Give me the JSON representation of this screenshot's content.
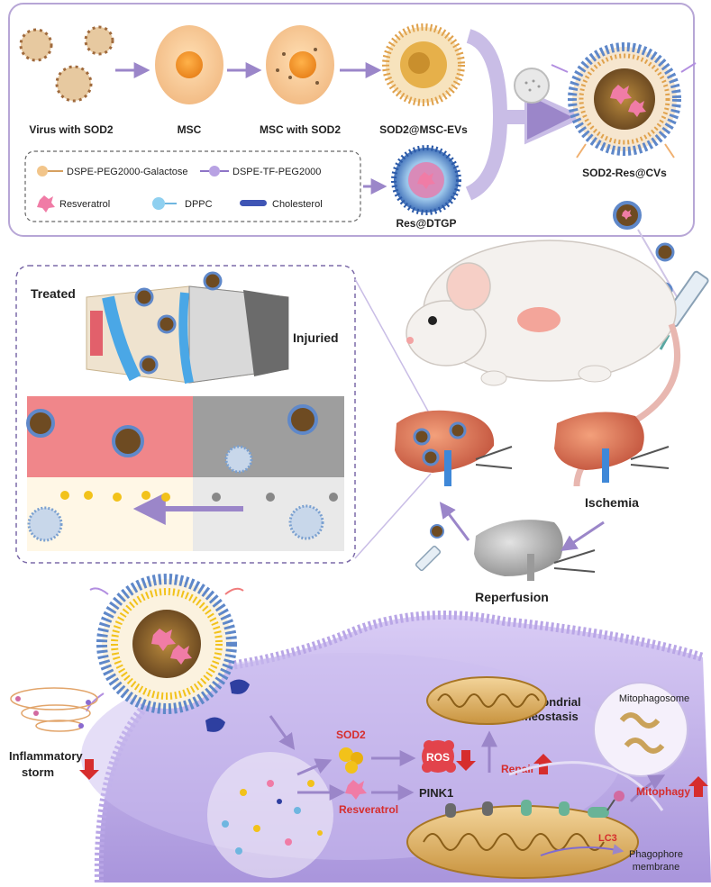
{
  "top_panel": {
    "labels": {
      "virus": "Virus with SOD2",
      "msc": "MSC",
      "msc_sod2": "MSC with SOD2",
      "ev": "SOD2@MSC-EVs",
      "res_dtgp": "Res@DTGP",
      "cvs": "SOD2-Res@CVs"
    },
    "legend": {
      "galactose": "DSPE-PEG2000-Galactose",
      "tf": "DSPE-TF-PEG2000",
      "resveratrol": "Resveratrol",
      "dppc": "DPPC",
      "cholesterol": "Cholesterol"
    }
  },
  "middle_panel": {
    "treated": "Treated",
    "injured": "Injuried",
    "ischemia": "Ischemia",
    "reperfusion": "Reperfusion"
  },
  "bottom_panel": {
    "mito_homeostasis_line1": "Mitochondrial",
    "mito_homeostasis_line2": "homeostasis",
    "mitophagosome": "Mitophagosome",
    "inflammatory_line1": "Inflammatory",
    "inflammatory_line2": "storm",
    "sod2": "SOD2",
    "ros": "ROS",
    "repair": "Repair",
    "resveratrol": "Resveratrol",
    "pink1": "PINK1",
    "mitophagy": "Mitophagy",
    "lc3": "LC3",
    "phagophore_line1": "Phagophore",
    "phagophore_line2": "membrane"
  },
  "colors": {
    "panel_border": "#b7a6d6",
    "arrow": "#9b86c9",
    "red_label": "#d62d2d",
    "cell": "#c8b8ec"
  }
}
